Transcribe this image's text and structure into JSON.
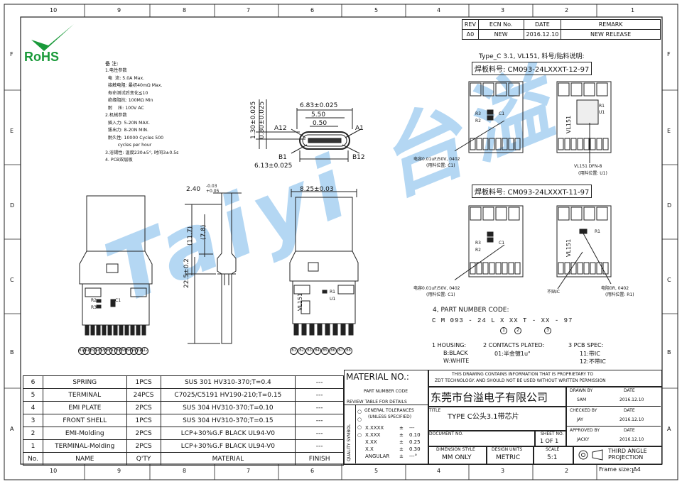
{
  "border_cols": [
    "10",
    "9",
    "8",
    "7",
    "6",
    "5",
    "4",
    "3",
    "2",
    "1"
  ],
  "border_rows": [
    "F",
    "E",
    "D",
    "C",
    "B",
    "A"
  ],
  "logo": {
    "text": "RoHS"
  },
  "revision": {
    "headers": [
      "REV",
      "ECN No.",
      "DATE",
      "REMARK"
    ],
    "row": [
      "A0",
      "NEW",
      "2016.12.10",
      "NEW RELEASE"
    ]
  },
  "notes": {
    "title": "备 注:",
    "lines": [
      "1.电性参数",
      "  电  流: 5.0A Max.",
      "  接触电阻: 最初40mΩ Max.",
      "  寿命测试后变化≦10",
      "  绝缘阻抗: 100MΩ Min",
      "  耐    压: 100V AC",
      "2.机械参数",
      "  插入力: 5-20N MAX.",
      "  拔出力: 8-20N MIN.",
      "  耐久性: 10000 Cycles 500",
      "         cycles per hour",
      "3.浴锡性: 温度230±5°, 时间3±0.5s",
      "4. PCB双层板"
    ]
  },
  "top_view": {
    "d_683": "6.83±0.025",
    "d_550": "5.50",
    "d_050": "0.50",
    "d_613": "6.13±0.025",
    "d_130": "1.30±0.025",
    "d_080": "0.80±0.025",
    "a12": "A12",
    "a1": "A1",
    "b1": "B1",
    "b12": "B12"
  },
  "front_view": {
    "d_825": "8.25±0.03",
    "pins": [
      "B12",
      "A1",
      "B9",
      "A4",
      "A5",
      "B6",
      "A7",
      "B6",
      "A8",
      "B4",
      "A9",
      "B1",
      "A12"
    ],
    "vl": "VL151",
    "r2": "R2",
    "r3": "R3",
    "c1": "C1"
  },
  "side_view": {
    "d_240": "2.40",
    "tol_up": "-0.03",
    "tol_dn": "+0.05",
    "d_117": "(11.7)",
    "d_78": "(7.8)",
    "d_225": "22.5±0.2"
  },
  "bottom_view": {
    "vl": "VL151",
    "r1": "R1",
    "u1": "U1",
    "pins": [
      "B1",
      "B2",
      "B3",
      "B4",
      "B5",
      "B6",
      "B7",
      "B8"
    ]
  },
  "pcb_info": {
    "title": "Type_C 3.1, VL151, 料号/贴料说明:",
    "part1": "焊板料号: CM093-24LXXXT-12-97",
    "part2": "焊板料号: CM093-24LXXXT-11-97",
    "cap1": "电容0.01uF/50V, 0402",
    "cap1_pos": "(用料位置: C1)",
    "chip": "VL151 DFN-8",
    "chip_pos": "(用料位置: U1)",
    "cap2": "电容0.01uF/50V, 0402",
    "cap2_pos": "(用料位置: C1)",
    "no_ic": "不贴IC",
    "res": "电阻0R, 0402",
    "res_pos": "(用料位置: R1)",
    "vl": "VL151",
    "r1": "R1",
    "r2": "R2",
    "r3": "R3",
    "c1": "C1",
    "u1": "U1"
  },
  "part_code": {
    "title": "4, PART NUMBER CODE:",
    "code": "C M 093 - 24 L  X   XX T - XX - 97",
    "m1": "1",
    "m2": "2",
    "m3": "3",
    "housing": "1 HOUSING:",
    "housing_b": "B:BLACK",
    "housing_w": "W:WHITE",
    "contacts": "2 CONTACTS PLATED:",
    "contacts_v": "01:半金镀1u\"",
    "pcb": "3 PCB SPEC:",
    "pcb_11": "11:带IC",
    "pcb_12": "12:不带IC"
  },
  "bom": {
    "rows": [
      [
        "6",
        "SPRING",
        "1PCS",
        "SUS 301 HV310-370;T=0.4",
        "---"
      ],
      [
        "5",
        "TERMINAL",
        "24PCS",
        "C7025/C5191 HV190-210;T=0.15",
        "---"
      ],
      [
        "4",
        "EMI PLATE",
        "2PCS",
        "SUS 304 HV310-370;T=0.10",
        "---"
      ],
      [
        "3",
        "FRONT SHELL",
        "1PCS",
        "SUS 304 HV310-370;T=0.15",
        "---"
      ],
      [
        "2",
        "EMI-Molding",
        "2PCS",
        "LCP+30%G.F BLACK UL94-V0",
        "---"
      ],
      [
        "1",
        "TERMINAL-Molding",
        "2PCS",
        "LCP+30%G.F BLACK UL94-V0",
        "---"
      ]
    ],
    "header": [
      "No.",
      "NAME",
      "Q'TY",
      "MATERIAL",
      "FINISH"
    ]
  },
  "title_block": {
    "material": "MATERIAL NO.:",
    "part_number": "PART NUMBER CODE",
    "review": "REVIEW TABLE FOR DETAILS",
    "tol_title": "GENERAL TOLERANCES",
    "tol_sub": "(UNLESS SPECIFIED)",
    "tol_rows": [
      [
        "X.XXXX",
        "±",
        "---"
      ],
      [
        "X.XXX",
        "±",
        "0.10"
      ],
      [
        "X.XX",
        "±",
        "0.25"
      ],
      [
        "X.X",
        "±",
        "0.30"
      ],
      [
        "ANGULAR",
        "±",
        "---°"
      ]
    ],
    "quality": "QUALITY SYMBOL",
    "qs": [
      "○",
      "○",
      "○",
      "○"
    ],
    "proprietary": "THIS DRAWING CONTAINS INFORMATION THAT IS PROPRIETARY TO",
    "proprietary2": "ZDT TECHNOLOGY. AND SHOULD NOT BE USED WITHOUT WRITTEN PERMISSION",
    "company": "东莞市台溢电子有限公司",
    "title_label": "TITLE",
    "title": "TYPE C公头3.1带芯片",
    "doc": "DOCUMENT NO.",
    "sheet_label": "SHEET NO.",
    "sheet": "1 OF 1",
    "dim_style": "DIMENSION STYLE",
    "dim_val": "MM ONLY",
    "units": "DESIGN UNITS",
    "units_val": "METRIC",
    "scale": "SCALE",
    "scale_val": "5:1",
    "drawn_by": "DRAWN BY",
    "drawn_name": "SAM",
    "checked_by": "CHECKED BY",
    "checked_name": "JAY",
    "approved_by": "APPROVED BY",
    "approved_name": "JACKY",
    "date_label": "DATE",
    "date": "2016.12.10",
    "projection": "THIRD ANGLE",
    "projection2": "PROJECTION",
    "frame": "Frame size: A4"
  },
  "watermark": "Taiyi 台溢"
}
